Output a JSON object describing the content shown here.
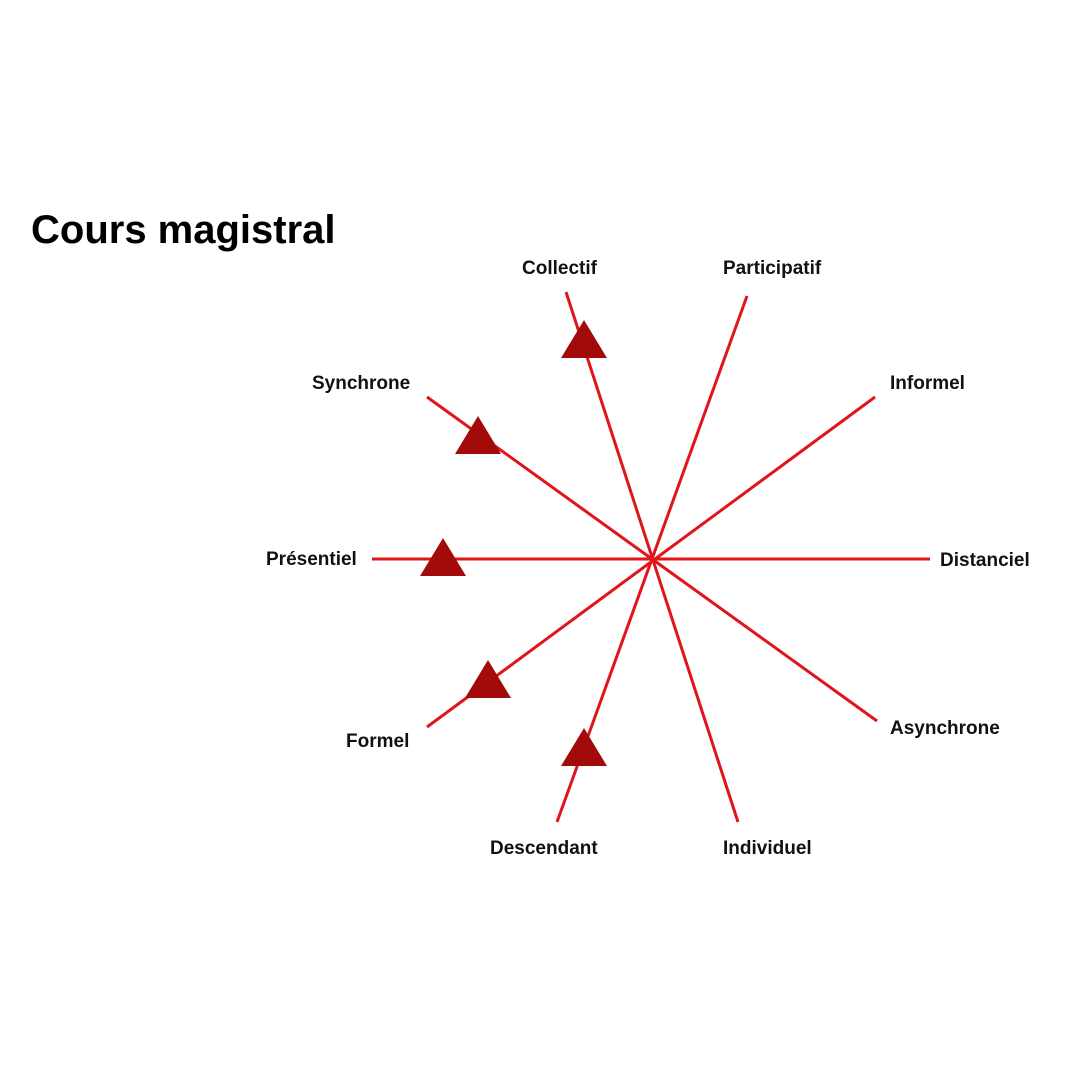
{
  "title": "Cours magistral",
  "colors": {
    "axis": "#e0151b",
    "marker": "#a30a0a",
    "text": "#111111",
    "background": "#ffffff"
  },
  "axes": [
    {
      "label_start": "Collectif",
      "label_end": "Individuel",
      "marker_position": "near-start"
    },
    {
      "label_start": "Synchrone",
      "label_end": "Asynchrone",
      "marker_position": "near-start"
    },
    {
      "label_start": "Présentiel",
      "label_end": "Distanciel",
      "marker_position": "near-start"
    },
    {
      "label_start": "Formel",
      "label_end": "Informel",
      "marker_position": "near-start"
    },
    {
      "label_start": "Descendant",
      "label_end": "Participatif",
      "marker_position": "near-start"
    }
  ]
}
